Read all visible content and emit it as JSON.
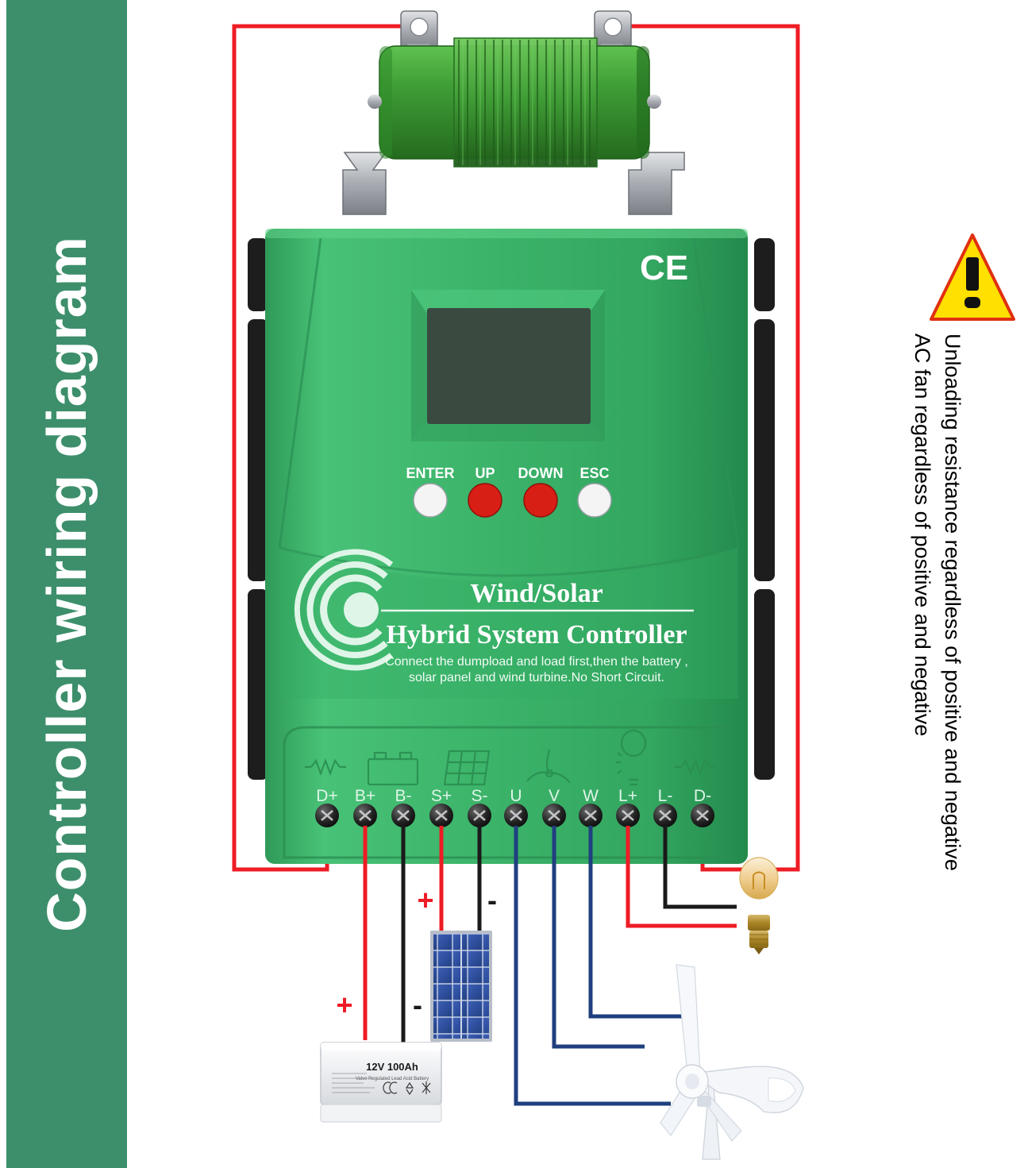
{
  "banner": {
    "title": "Controller wiring diagram",
    "bg_color": "#3d8f6b",
    "text_color": "#ffffff"
  },
  "warning": {
    "icon": "warning-triangle-icon",
    "triangle_fill": "#ffe000",
    "triangle_stroke": "#e03010",
    "exclamation_color": "#000000",
    "line1": "Unloading resistance regardless of positive and negative",
    "line2": "AC fan regardless of positive and negative"
  },
  "dump_load": {
    "name": "Unloading resistance (dump load resistor)",
    "body_color": "#3f9e36",
    "fin_color": "#2f7a29",
    "tab_color": "#b9bcc0",
    "bracket_color": "#8d9197"
  },
  "controller": {
    "case_color": "#3cb46a",
    "heatsink_color": "#1f1f1f",
    "ce_mark": "CE",
    "lcd": {
      "label": "lcd-display",
      "color": "#3a4a40"
    },
    "buttons": [
      {
        "label": "ENTER",
        "color": "#f2f2f2"
      },
      {
        "label": "UP",
        "color": "#d81f15"
      },
      {
        "label": "DOWN",
        "color": "#d81f15"
      },
      {
        "label": "ESC",
        "color": "#f2f2f2"
      }
    ],
    "brand": {
      "line1": "Wind/Solar",
      "line2": "Hybrid System Controller",
      "note1": "Connect the dumpload and load first,then the battery ,",
      "note2": "solar panel and wind turbine.No Short Circuit."
    },
    "terminals": [
      {
        "label": "D+",
        "icon": "resistor-icon",
        "wire": "red"
      },
      {
        "label": "B+",
        "icon": "battery-icon",
        "wire": "red"
      },
      {
        "label": "B-",
        "icon": "battery-icon",
        "wire": "black"
      },
      {
        "label": "S+",
        "icon": "solar-panel-icon",
        "wire": "red"
      },
      {
        "label": "S-",
        "icon": "solar-panel-icon",
        "wire": "black"
      },
      {
        "label": "U",
        "icon": "wind-turbine-icon",
        "wire": "blue"
      },
      {
        "label": "V",
        "icon": "wind-turbine-icon",
        "wire": "blue"
      },
      {
        "label": "W",
        "icon": "wind-turbine-icon",
        "wire": "blue"
      },
      {
        "label": "L+",
        "icon": "light-bulb-icon",
        "wire": "red"
      },
      {
        "label": "L-",
        "icon": "light-bulb-icon",
        "wire": "black"
      },
      {
        "label": "D-",
        "icon": "resistor-icon",
        "wire": "red"
      }
    ],
    "terminal_icons": [
      {
        "name": "resistor-icon",
        "over": "D+"
      },
      {
        "name": "battery-icon",
        "over": "B+/B-"
      },
      {
        "name": "solar-panel-icon",
        "over": "S+/S-"
      },
      {
        "name": "wind-turbine-icon",
        "over": "U/V/W"
      },
      {
        "name": "light-bulb-icon",
        "over": "L+/L-"
      },
      {
        "name": "resistor-icon",
        "over": "D-"
      }
    ]
  },
  "polarity_marks": {
    "battery_plus": "+",
    "battery_minus": "-",
    "solar_plus": "+",
    "solar_minus": "-"
  },
  "devices": {
    "battery": {
      "name": "battery",
      "label": "12V 100Ah",
      "sub": "Valve Regulated Lead Acid Battery",
      "body_color": "#e9ebee"
    },
    "solar_panel": {
      "name": "solar-panel",
      "cell_color": "#2e4f9e",
      "frame_color": "#b8bec8"
    },
    "wind_turbine": {
      "name": "wind-turbine",
      "body_color": "#f2f4f7"
    },
    "light_bulb": {
      "name": "light-bulb",
      "glass_color": "#f4d79a",
      "base_color": "#b8912e"
    }
  },
  "wire_colors": {
    "red": "#ee1c25",
    "black": "#1a1a1a",
    "blue": "#1f3f7f"
  }
}
